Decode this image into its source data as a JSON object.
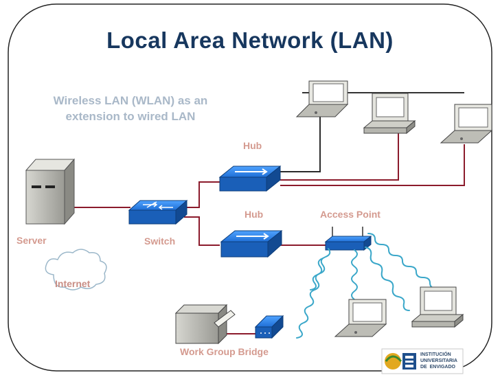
{
  "title": "Local Area Network (LAN)",
  "subtitle": "Wireless LAN (WLAN) as an extension to wired LAN",
  "labels": {
    "hub_top": "Hub",
    "hub_bottom": "Hub",
    "access_point": "Access Point",
    "server": "Server",
    "switch": "Switch",
    "internet": "Internet",
    "work_group_bridge": "Work Group Bridge"
  },
  "logo": {
    "line1": "INSTITUCIÓN",
    "line2": "UNIVERSITARIA",
    "line3": "DE  ENVIGADO"
  },
  "colors": {
    "title": "#17375e",
    "subtitle": "#a9b8c8",
    "label": "#d49a8f",
    "wired_link": "#8b1a2b",
    "hub_link": "#2a2a2a",
    "network_device": "#1f6fd6",
    "wireless_link": "#3aa7c9"
  },
  "icons": [
    "server-icon",
    "switch-icon",
    "hub-icon",
    "access-point-icon",
    "laptop-icon",
    "desktop-icon",
    "printer-icon",
    "bridge-icon",
    "cloud-icon"
  ]
}
